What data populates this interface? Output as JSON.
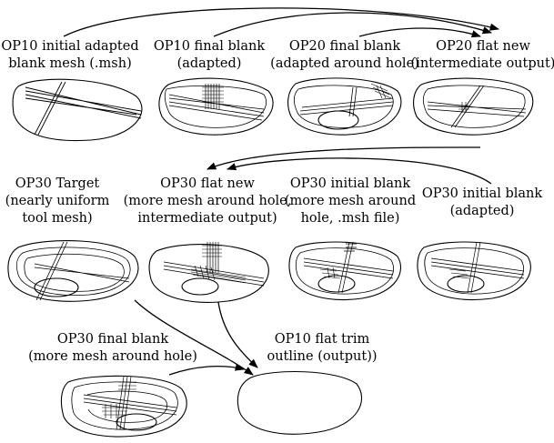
{
  "nodes": [
    {
      "id": "op10-initial",
      "lines": [
        "OP10 initial adapted",
        "blank mesh (.msh)"
      ]
    },
    {
      "id": "op10-final",
      "lines": [
        "OP10 final blank",
        "(adapted)"
      ]
    },
    {
      "id": "op20-final",
      "lines": [
        "OP20 final blank",
        "(adapted around hole)"
      ]
    },
    {
      "id": "op20-flat",
      "lines": [
        "OP20 flat new",
        "(intermediate output)"
      ]
    },
    {
      "id": "op30-target",
      "lines": [
        "OP30 Target",
        "(nearly uniform",
        "tool mesh)"
      ]
    },
    {
      "id": "op30-flat",
      "lines": [
        "OP30 flat new",
        "(more mesh around hole,",
        "intermediate output)"
      ]
    },
    {
      "id": "op30-initial-msh",
      "lines": [
        "OP30 initial blank",
        "(more mesh around",
        "hole, .msh file)"
      ]
    },
    {
      "id": "op30-initial-adapted",
      "lines": [
        "OP30 initial blank",
        "(adapted)"
      ]
    },
    {
      "id": "op30-final",
      "lines": [
        "OP30 final blank",
        "(more mesh around hole)"
      ]
    },
    {
      "id": "op10-trim",
      "lines": [
        "OP10 flat trim",
        "outline (output))"
      ]
    }
  ],
  "edges": [
    {
      "from": "op10-initial",
      "to": "op20-flat"
    },
    {
      "from": "op10-final",
      "to": "op20-flat"
    },
    {
      "from": "op20-final",
      "to": "op20-flat"
    },
    {
      "from": "op20-flat",
      "to": "op30-flat"
    },
    {
      "from": "op30-initial-adapted",
      "to": "op30-flat"
    },
    {
      "from": "op30-target",
      "to": "op10-trim"
    },
    {
      "from": "op30-flat",
      "to": "op10-trim"
    },
    {
      "from": "op30-final",
      "to": "op10-trim"
    }
  ]
}
